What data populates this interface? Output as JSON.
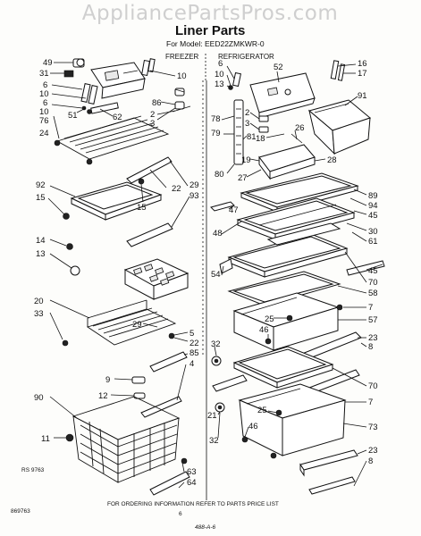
{
  "watermark": "AppliancePartsPros.com",
  "title": "Liner Parts",
  "model_line": "For Model: EED22ZMKWR-0",
  "sections": {
    "freezer": "FREEZER",
    "refrigerator": "REFRIGERATOR"
  },
  "callouts_left": {
    "c49": "49",
    "c31": "31",
    "c6a": "6",
    "c10a": "10",
    "c6b": "6",
    "c10b": "10",
    "c76": "76",
    "c51": "51",
    "c62": "62",
    "c24": "24",
    "c86": "86",
    "c2a": "2",
    "c3a": "3",
    "c92": "92",
    "c15a": "15",
    "c15b": "15",
    "c22a": "22",
    "c29a": "29",
    "c93": "93",
    "c14": "14",
    "c13a": "13",
    "c20": "20",
    "c33": "33",
    "c29b": "29",
    "c5": "5",
    "c22b": "22",
    "c85": "85",
    "c4": "4",
    "c9": "9",
    "c12": "12",
    "c90": "90",
    "c11": "11",
    "c63": "63",
    "c64": "64"
  },
  "callouts_right": {
    "c6c": "6",
    "c10c": "10",
    "c13b": "13",
    "c52": "52",
    "c16": "16",
    "c17": "17",
    "c91": "91",
    "c78": "78",
    "c79": "79",
    "c81": "81",
    "c2b": "2",
    "c3b": "3",
    "c18": "18",
    "c26": "26",
    "c19": "19",
    "c80": "80",
    "c27": "27",
    "c28": "28",
    "c89": "89",
    "c94": "94",
    "c45a": "45",
    "c48": "48",
    "c47": "47",
    "c30": "30",
    "c61": "61",
    "c54": "54",
    "c45b": "45",
    "c70a": "70",
    "c58": "58",
    "c7a": "7",
    "c25a": "25",
    "c57": "57",
    "c46a": "46",
    "c32a": "32",
    "c23a": "23",
    "c8a": "8",
    "c70b": "70",
    "c7b": "7",
    "c21": "21",
    "c25b": "25",
    "c73": "73",
    "c46b": "46",
    "c32b": "32",
    "c23b": "23",
    "c8b": "8"
  },
  "ref_code": "RS 9763",
  "footer_note": "FOR ORDERING INFORMATION REFER TO PARTS PRICE LIST",
  "footer_left": "869763",
  "footer_center": "6",
  "footer_hand": "488-A-6"
}
